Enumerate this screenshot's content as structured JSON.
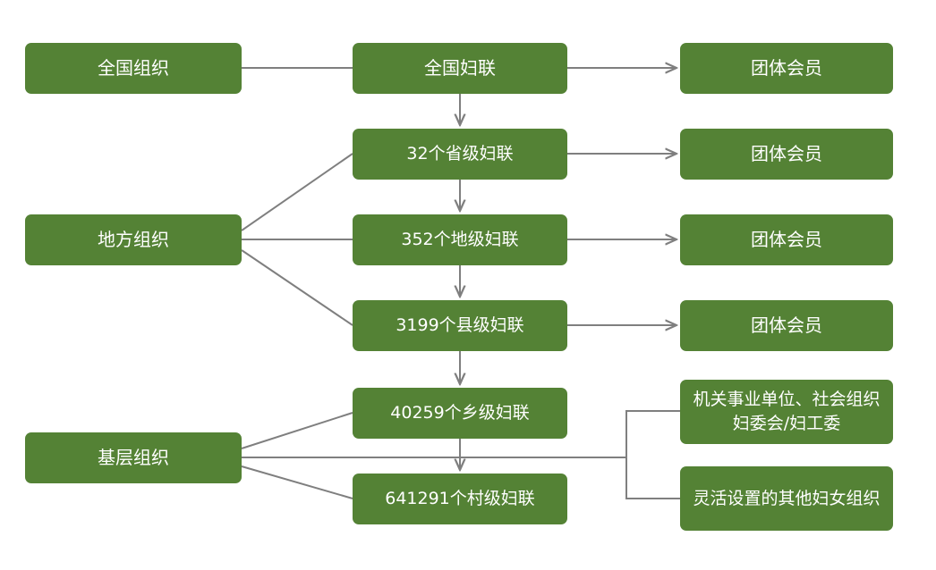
{
  "colors": {
    "node_fill": "#548235",
    "node_text": "#ffffff",
    "connector": "#7f7f7f"
  },
  "levels": {
    "national": "全国组织",
    "local": "地方组织",
    "grassroots": "基层组织"
  },
  "federations": {
    "national": "全国妇联",
    "provincial": "32个省级妇联",
    "prefecture": "352个地级妇联",
    "county": "3199个县级妇联",
    "township": "40259个乡级妇联",
    "village": "641291个村级妇联"
  },
  "members": {
    "group_member_1": "团体会员",
    "group_member_2": "团体会员",
    "group_member_3": "团体会员",
    "group_member_4": "团体会员",
    "institutions": "机关事业单位、社会组织妇委会/妇工委",
    "flexible": "灵活设置的其他妇女组织"
  }
}
